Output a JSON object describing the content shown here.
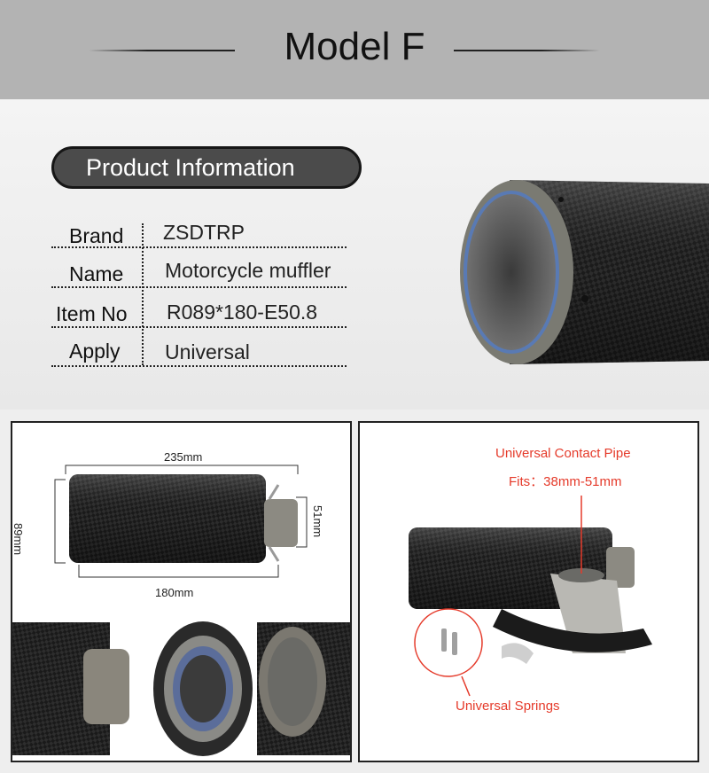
{
  "header": {
    "title": "Model F"
  },
  "info": {
    "heading": "Product  Information",
    "rows": [
      {
        "label": "Brand",
        "value": "ZSDTRP"
      },
      {
        "label": "Name",
        "value": "Motorcycle muffler"
      },
      {
        "label": "Item No",
        "value": "R089*180-E50.8"
      },
      {
        "label": "Apply",
        "value": "Universal"
      }
    ]
  },
  "dimensions": {
    "length": "235mm",
    "body": "180mm",
    "diameter": "89mm",
    "outlet": "51mm"
  },
  "accessories": {
    "pipe_title": "Universal Contact Pipe",
    "pipe_fits": "Fits：38mm-51mm",
    "springs": "Universal Springs"
  }
}
